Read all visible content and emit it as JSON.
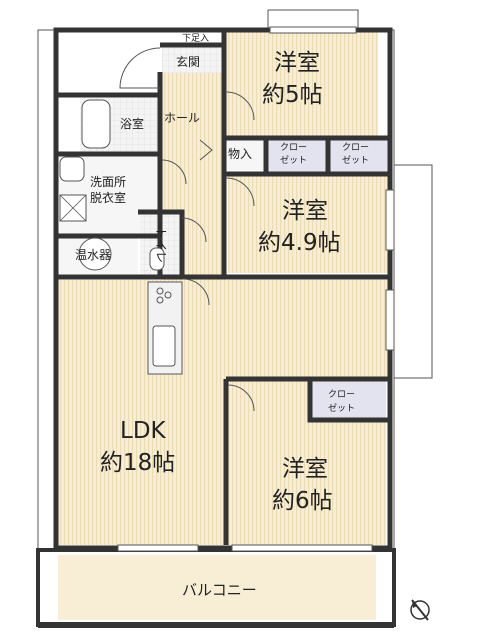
{
  "rooms": {
    "genkan": "玄関",
    "shitaashi": "下足入",
    "hall": "ホール",
    "bath": "浴室",
    "senmen_line1": "洗面所",
    "senmen_line2": "脱衣室",
    "onsuiki": "温水器",
    "toilet": "トイレ",
    "mono_ire": "物入",
    "closet_top_line1": "クロー",
    "closet_top_line2": "ゼット",
    "yoshitsu1_line1": "洋室",
    "yoshitsu1_line2": "約5帖",
    "yoshitsu2_line1": "洋室",
    "yoshitsu2_line2": "約4.9帖",
    "yoshitsu3_line1": "洋室",
    "yoshitsu3_line2": "約6帖",
    "ldk_line1": "LDK",
    "ldk_line2": "約18帖",
    "balcony": "バルコニー"
  },
  "colors": {
    "floor": "#f7eed5",
    "floor_stripe": "#efe2c0",
    "closet": "#e3e3ef",
    "wet": "#f2f2f2",
    "wall": "#333333"
  }
}
